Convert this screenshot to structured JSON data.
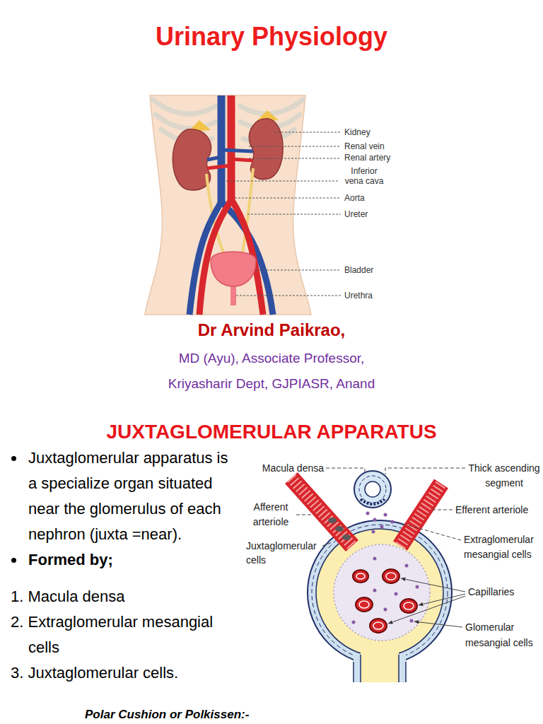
{
  "diagram": {
    "title": "Urinary Physiology",
    "labels": [
      "Kidney",
      "Renal vein",
      "Renal artery",
      "Inferior vena cava",
      "Aorta",
      "Ureter",
      "Bladder",
      "Urethra",
      "Dr Arvind Paikrao,",
      "MD (Ayu), Associate Professor,",
      "Kriyasharir Dept, GJPIASR, Anand",
      "JUXTAGLOMERULAR APPARATUS",
      "Juxtaglomerular apparatus is a specialize organ situated near the glomerulus of each nephron (juxta =near).",
      "Formed by;",
      "1. Macula densa",
      "2. Extraglomerular mesangial cells",
      "3. Juxtaglomerular cells.",
      "Macula densa",
      "Thick ascending segment",
      "Afferent arteriole",
      "Efferent arteriole",
      "Juxtaglomerular cells",
      "Extraglomerular mesangial cells",
      "Capillaries",
      "Glomerular mesangial cells",
      "Polar Cushion or Polkissen:-"
    ]
  }
}
